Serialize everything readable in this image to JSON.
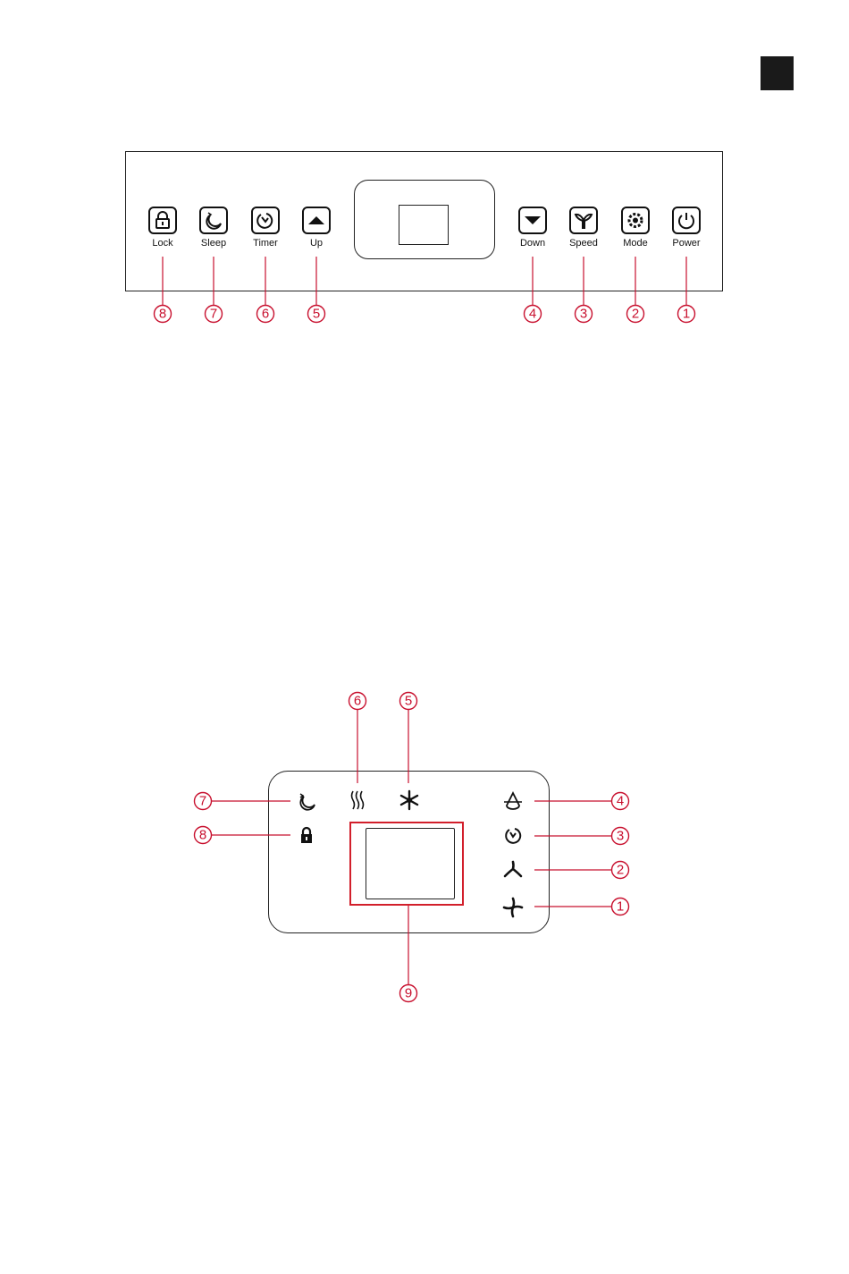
{
  "control_panel": {
    "buttons": [
      {
        "label": "Lock",
        "callout": "8",
        "icon": "lock-icon"
      },
      {
        "label": "Sleep",
        "callout": "7",
        "icon": "sleep-icon"
      },
      {
        "label": "Timer",
        "callout": "6",
        "icon": "timer-icon"
      },
      {
        "label": "Up",
        "callout": "5",
        "icon": "chevron-up-icon"
      },
      {
        "label": "Down",
        "callout": "4",
        "icon": "chevron-down-icon"
      },
      {
        "label": "Speed",
        "callout": "3",
        "icon": "fan-speed-icon"
      },
      {
        "label": "Mode",
        "callout": "2",
        "icon": "mode-icon"
      },
      {
        "label": "Power",
        "callout": "1",
        "icon": "power-icon"
      }
    ]
  },
  "display_panel": {
    "indicators": [
      {
        "callout": "7",
        "icon": "sleep-icon"
      },
      {
        "callout": "8",
        "icon": "lock-icon"
      },
      {
        "callout": "6",
        "icon": "heat-icon"
      },
      {
        "callout": "5",
        "icon": "snowflake-icon"
      },
      {
        "callout": "4",
        "icon": "dehumidify-icon"
      },
      {
        "callout": "3",
        "icon": "timer-icon"
      },
      {
        "callout": "2",
        "icon": "fan-low-icon"
      },
      {
        "callout": "1",
        "icon": "fan-high-icon"
      },
      {
        "callout": "9",
        "icon": "lcd-display"
      }
    ]
  },
  "colors": {
    "callout": "#c8102e",
    "line": "#222222"
  }
}
